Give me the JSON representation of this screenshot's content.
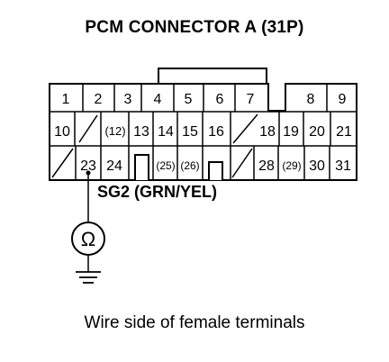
{
  "diagram": {
    "title": "PCM CONNECTOR A (31P)",
    "caption": "Wire side of female terminals",
    "probe_wire_label": "SG2 (GRN/YEL)",
    "meter_symbol": "Ω",
    "terminals": {
      "row1": [
        "1",
        "2",
        "3",
        "4",
        "5",
        "6",
        "7",
        "",
        "8",
        "9"
      ],
      "row2": [
        "10",
        "",
        "(12)",
        "13",
        "14",
        "15",
        "16",
        "",
        "18",
        "19",
        "20",
        "21"
      ],
      "row3": [
        "",
        "23",
        "24",
        "",
        "(25)",
        "(26)",
        "",
        "",
        "28",
        "(29)",
        "30",
        "31"
      ]
    }
  }
}
